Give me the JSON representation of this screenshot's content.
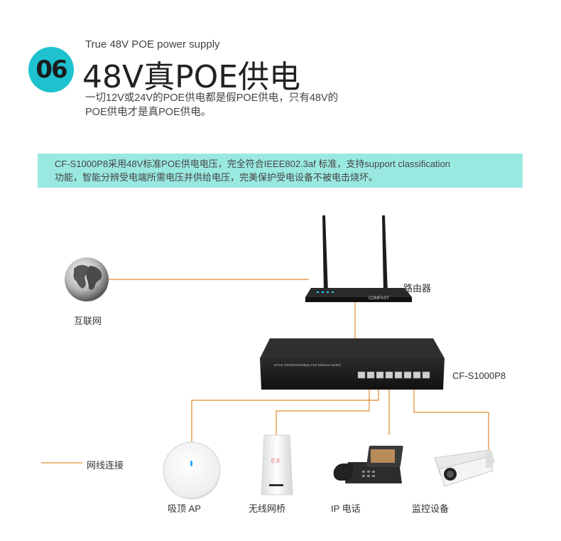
{
  "header": {
    "badge_number": "06",
    "subtitle_en": "True 48V POE power supply",
    "title": "48V真POE供电",
    "description_line1": "一切12V或24V的POE供电都是假POE供电，只有48V的",
    "description_line2": "POE供电才是真POE供电。"
  },
  "banner": {
    "line1": "CF-S1000P8采用48V标准POE供电电压，完全符合IEEE802.3af 标准，支持support classification",
    "line2": "功能，智能分辨受电端所需电压并供给电压，完美保护受电设备不被电击烧坏。"
  },
  "diagram": {
    "internet_label": "互联网",
    "router_label": "路由器",
    "router_brand": "COMFAST",
    "switch_label": "CF-S1000P8",
    "switch_panel_text": "8-Port 10/100/1000Mbps PoE Ethernet Switch",
    "legend_label": "网线连接",
    "devices": [
      {
        "label": "吸顶 AP"
      },
      {
        "label": "无线网桥"
      },
      {
        "label": "IP 电话"
      },
      {
        "label": "监控设备"
      }
    ],
    "colors": {
      "cable": "#e08a2c",
      "badge": "#1ec2cf",
      "banner": "#9ae9e1"
    }
  }
}
